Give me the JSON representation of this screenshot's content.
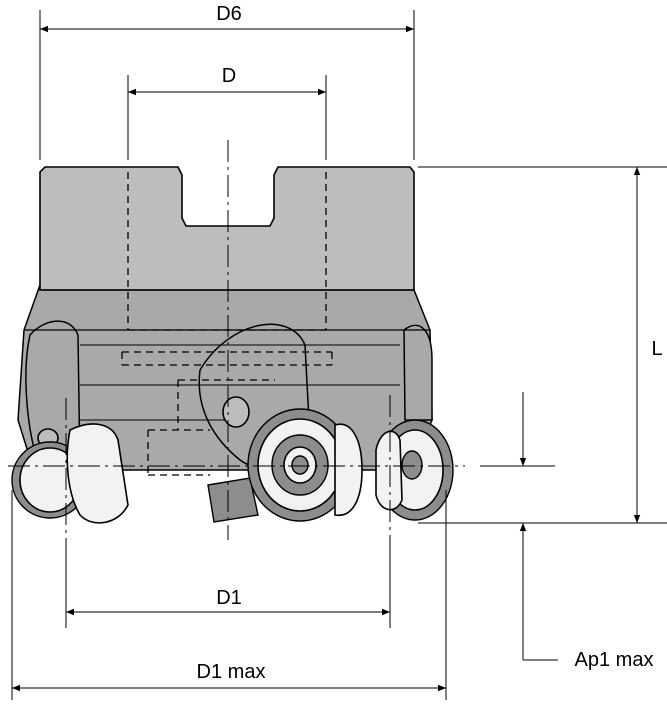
{
  "drawing": {
    "subject": "face-mill-cutter",
    "dimensions": {
      "d6": "D6",
      "d": "D",
      "l": "L",
      "d1": "D1",
      "d1_max": "D1 max",
      "ap1_max": "Ap1 max"
    }
  }
}
